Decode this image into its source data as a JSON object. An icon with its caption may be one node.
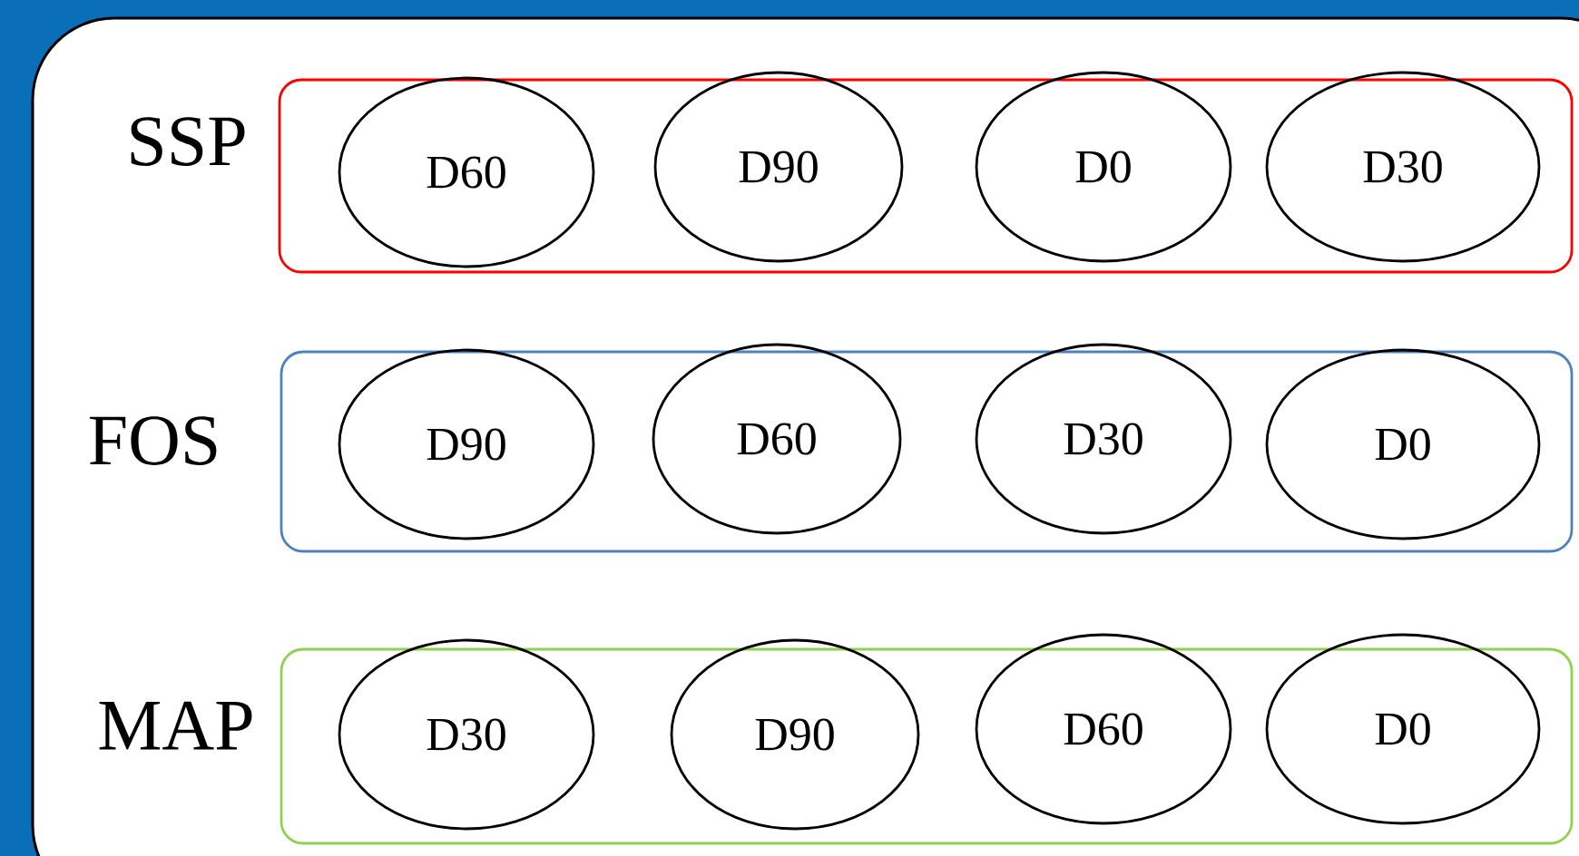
{
  "diagram": {
    "nodes": [
      {
        "text": [
          "SSP"
        ]
      },
      {
        "text": [
          "D60"
        ],
        "in": 0
      },
      {
        "text": [
          "D90"
        ],
        "in": 0
      },
      {
        "text": [
          "D0"
        ],
        "in": 0
      },
      {
        "text": [
          "D30"
        ],
        "in": 0
      },
      {
        "text": [
          "FOS"
        ]
      },
      {
        "text": [
          "D90"
        ],
        "in": 5
      },
      {
        "text": [
          "D60"
        ],
        "in": 5
      },
      {
        "text": [
          "D30"
        ],
        "in": 5
      },
      {
        "text": [
          "D0"
        ],
        "in": 5
      },
      {
        "text": [
          "MAP"
        ]
      },
      {
        "text": [
          "D30"
        ],
        "in": 10
      },
      {
        "text": [
          "D90"
        ],
        "in": 10
      },
      {
        "text": [
          "D60"
        ],
        "in": 10
      },
      {
        "text": [
          "D0"
        ],
        "in": 10
      }
    ]
  }
}
